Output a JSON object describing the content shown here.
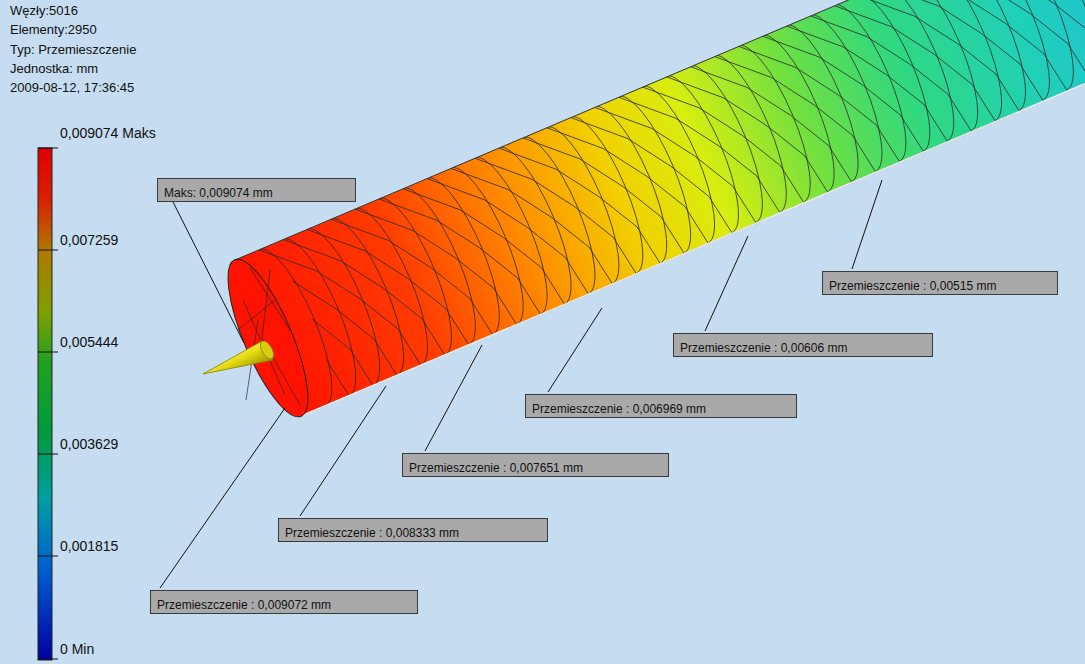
{
  "diagram": {
    "nodes": [
      {
        "text": [
          "Maks: 0,009074 mm"
        ]
      },
      {
        "text": [
          "Przemieszczenie : 0,00515 mm"
        ]
      },
      {
        "text": [
          "Przemieszczenie : 0,00606 mm"
        ]
      },
      {
        "text": [
          "Przemieszczenie : 0,006969 mm"
        ]
      },
      {
        "text": [
          "Przemieszczenie : 0,007651 mm"
        ]
      },
      {
        "text": [
          "Przemieszczenie : 0,008333 mm"
        ]
      },
      {
        "text": [
          "Przemieszczenie : 0,009072 mm"
        ]
      }
    ],
    "labels": [
      "Węzły:5016",
      "Elementy:2950",
      "Typ: Przemieszczenie",
      "Jednostka: mm",
      "2009-08-12, 17:36:45",
      "0,009074 Maks",
      "0,007259",
      "0,005444",
      "0,003629",
      "0,001815",
      "0 Min"
    ]
  }
}
